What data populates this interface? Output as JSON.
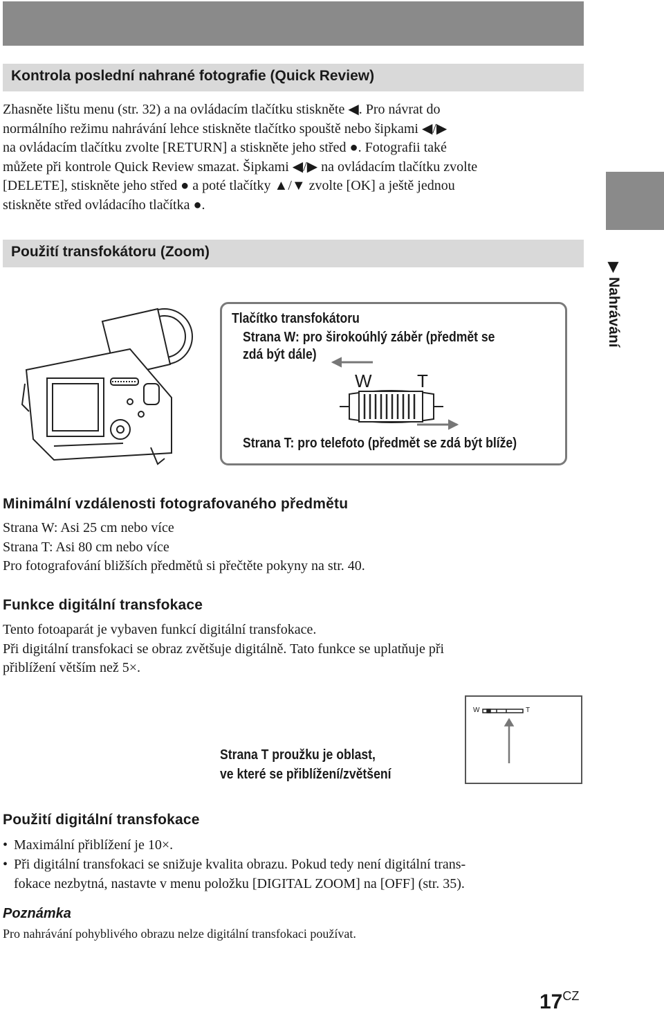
{
  "section1": {
    "heading": "Kontrola poslední nahrané fotografie (Quick Review)",
    "lines": [
      "Zhasněte lištu menu (str. 32) a na ovládacím tlačítku stiskněte ◀. Pro návrat do",
      "normálního režimu nahrávání lehce stiskněte tlačítko spouště nebo šipkami ◀/▶",
      "na ovládacím tlačítku zvolte [RETURN] a stiskněte jeho střed ●. Fotografii také",
      "můžete při kontrole Quick Review smazat. Šipkami ◀/▶ na ovládacím tlačítku zvolte",
      "[DELETE], stiskněte jeho střed ● a poté tlačítky ▲/▼ zvolte [OK] a ještě jednou",
      "stiskněte střed ovládacího tlačítka ●."
    ]
  },
  "section2": {
    "heading": "Použití transfokátoru (Zoom)"
  },
  "side_label": "▶ Nahrávání",
  "callout": {
    "title": "Tlačítko  transfokátoru",
    "w_line1": "Strana  W:  pro  širokoúhlý  záběr  (předmět  se",
    "w_line2": "zdá  být  dále)",
    "w_label": "W",
    "t_label": "T",
    "t_line": "Strana  T:  pro  telefoto  (předmět  se  zdá  být  blíže)"
  },
  "min_distance": {
    "heading": "Minimální vzdálenosti fotografovaného předmětu",
    "lines": [
      "Strana W: Asi 25 cm nebo více",
      "Strana T: Asi 80 cm nebo více",
      "Pro fotografování bližších předmětů si přečtěte pokyny na str. 40."
    ]
  },
  "digital_zoom_func": {
    "heading": "Funkce digitální transfokace",
    "lines": [
      "Tento fotoaparát je vybaven funkcí digitální transfokace.",
      "Při digitální transfokaci se obraz zvětšuje digitálně. Tato funkce se uplatňuje při",
      "přiblížení větším než 5×."
    ]
  },
  "zoombar": {
    "w_label": "W",
    "t_label": "T",
    "caption_line1": "Strana  T  proužku  je  oblast,",
    "caption_line2": "ve  které  se  přiblížení/zvětšení"
  },
  "digital_zoom_use": {
    "heading": "Použití digitální transfokace",
    "bullets": [
      "Maximální přiblížení je 10×.",
      "Při digitální transfokaci se snižuje kvalita obrazu. Pokud tedy není digitální trans-",
      "fokace nezbytná, nastavte v menu položku [DIGITAL ZOOM] na [OFF] (str. 35)."
    ]
  },
  "note": {
    "heading": "Poznámka",
    "text": "Pro nahrávání pohyblivého obrazu nelze digitální transfokaci používat."
  },
  "page": {
    "number": "17",
    "suffix": "CZ"
  }
}
